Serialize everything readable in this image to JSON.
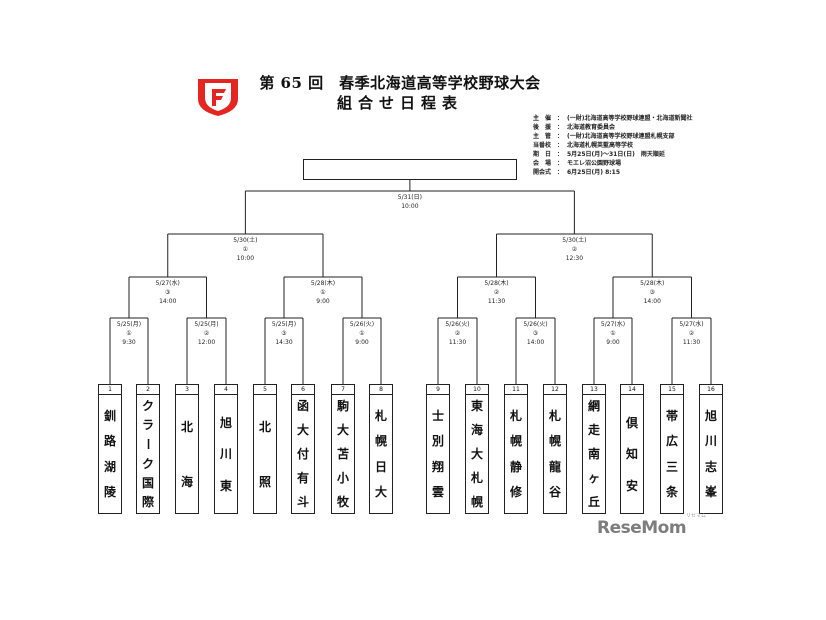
{
  "header": {
    "title_line1": "第 65 回　春季北海道高等学校野球大会",
    "title_line2": "組合せ日程表",
    "logo_color": "#e52521"
  },
  "info": [
    {
      "label": "主　催",
      "value": "(一財)北海道高等学校野球連盟・北海道新聞社"
    },
    {
      "label": "後　援",
      "value": "北海道教育委員会"
    },
    {
      "label": "主　管",
      "value": "(一財)北海道高等学校野球連盟札幌支部"
    },
    {
      "label": "当番校",
      "value": "北海道札幌英藍高等学校"
    },
    {
      "label": "期　日",
      "value": "5月25日(月)～31日(日)　雨天順延"
    },
    {
      "label": "会　場",
      "value": "モエレ沼公園野球場"
    },
    {
      "label": "開会式",
      "value": "6月25日(月)  8:15"
    }
  ],
  "final": {
    "date": "5/31(日)",
    "time": "10:00"
  },
  "semifinals": [
    {
      "date": "5/30(土)",
      "game": "①",
      "time": "10:00"
    },
    {
      "date": "5/30(土)",
      "game": "②",
      "time": "12:30"
    }
  ],
  "quarterfinals": [
    {
      "date": "5/27(水)",
      "game": "③",
      "time": "14:00"
    },
    {
      "date": "5/28(木)",
      "game": "①",
      "time": "9:00"
    },
    {
      "date": "5/28(木)",
      "game": "②",
      "time": "11:30"
    },
    {
      "date": "5/28(木)",
      "game": "③",
      "time": "14:00"
    }
  ],
  "first_round": [
    {
      "date": "5/25(月)",
      "game": "①",
      "time": "9:30"
    },
    {
      "date": "5/25(月)",
      "game": "②",
      "time": "12:00"
    },
    {
      "date": "5/25(月)",
      "game": "③",
      "time": "14:30"
    },
    {
      "date": "5/26(火)",
      "game": "①",
      "time": "9:00"
    },
    {
      "date": "5/26(火)",
      "game": "②",
      "time": "11:30"
    },
    {
      "date": "5/26(火)",
      "game": "③",
      "time": "14:00"
    },
    {
      "date": "5/27(水)",
      "game": "①",
      "time": "9:00"
    },
    {
      "date": "5/27(水)",
      "game": "②",
      "time": "11:30"
    }
  ],
  "teams": [
    {
      "num": "1",
      "name": "釧路湖陵"
    },
    {
      "num": "2",
      "name": "クラーク国際"
    },
    {
      "num": "3",
      "name": "北海"
    },
    {
      "num": "4",
      "name": "旭川東"
    },
    {
      "num": "5",
      "name": "北照"
    },
    {
      "num": "6",
      "name": "函大付有斗"
    },
    {
      "num": "7",
      "name": "駒大苫小牧"
    },
    {
      "num": "8",
      "name": "札幌日大"
    },
    {
      "num": "9",
      "name": "士別翔雲"
    },
    {
      "num": "10",
      "name": "東海大札幌"
    },
    {
      "num": "11",
      "name": "札幌静修"
    },
    {
      "num": "12",
      "name": "札幌龍谷"
    },
    {
      "num": "13",
      "name": "網走南ヶ丘"
    },
    {
      "num": "14",
      "name": "倶知安"
    },
    {
      "num": "15",
      "name": "帯広三条"
    },
    {
      "num": "16",
      "name": "旭川志峯"
    }
  ],
  "watermark": {
    "text": "ReseMom",
    "kana": "リセマム"
  }
}
